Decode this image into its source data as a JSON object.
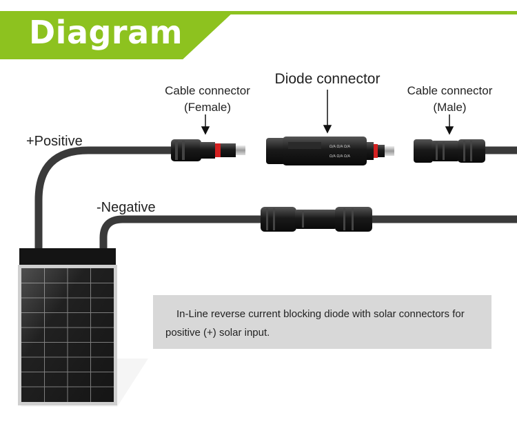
{
  "banner": {
    "title": "Diagram",
    "color": "#8dc21f"
  },
  "labels": {
    "female_line1": "Cable connector",
    "female_line2": "(Female)",
    "diode": "Diode connector",
    "male_line1": "Cable connector",
    "male_line2": "(Male)",
    "positive": "+Positive",
    "negative": "-Negative"
  },
  "note": {
    "text": "In-Line reverse current blocking diode with solar connectors for positive (+) solar input."
  },
  "colors": {
    "cable": "#3a3a3a",
    "panel_frame": "#cfcfcf",
    "panel_cell": "#151515",
    "note_bg": "#d8d8d8",
    "accent_red": "#d42020"
  },
  "icons": [
    "solar-panel-icon",
    "female-connector-icon",
    "diode-connector-icon",
    "male-connector-icon",
    "inline-connector-icon"
  ]
}
